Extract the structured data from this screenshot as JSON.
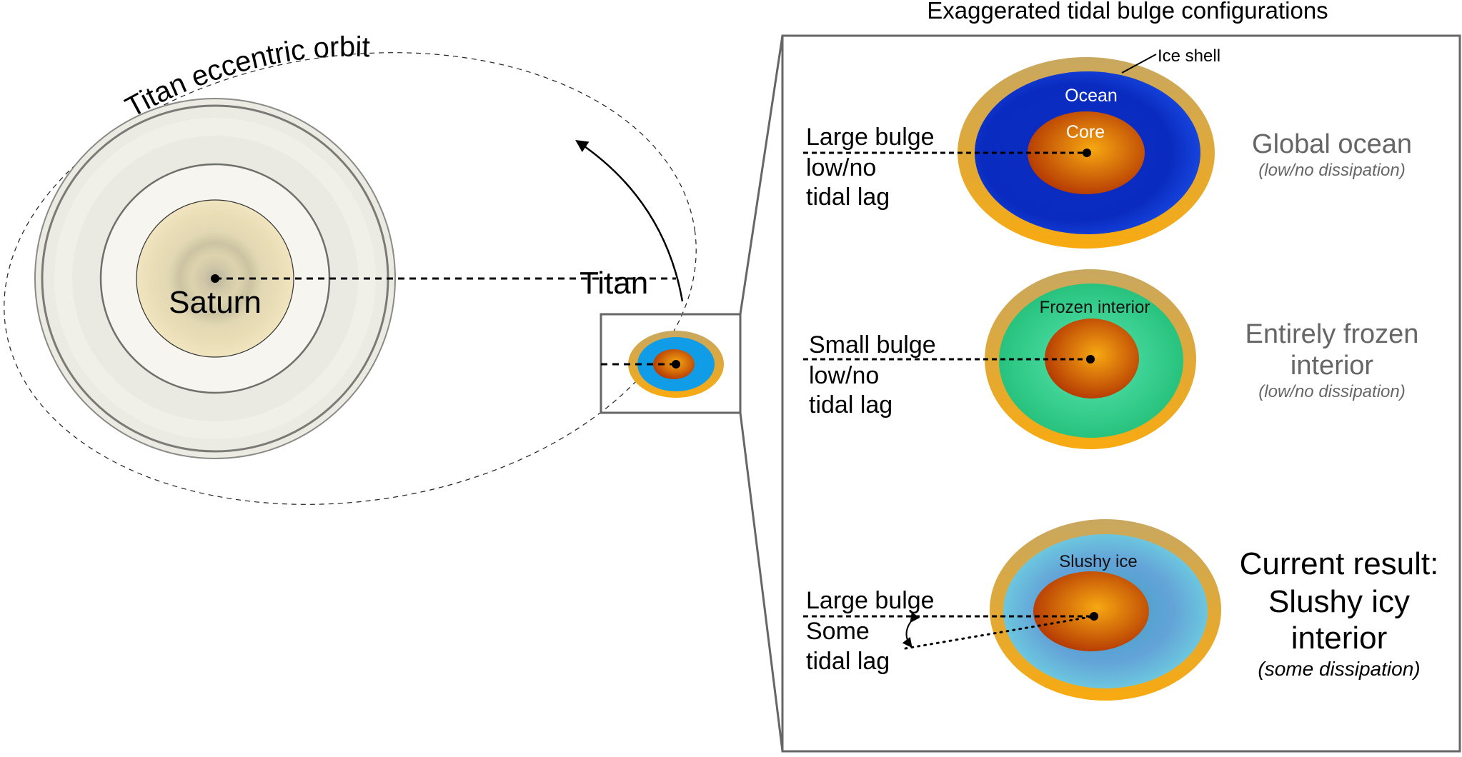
{
  "orbit": {
    "label": "Titan eccentric orbit"
  },
  "saturn": {
    "label": "Saturn"
  },
  "titan": {
    "label": "Titan"
  },
  "panel": {
    "title": "Exaggerated tidal bulge configurations",
    "configs": [
      {
        "id": "global-ocean",
        "left_lines": [
          "Large bulge",
          "low/no",
          "tidal lag"
        ],
        "layer_labels": {
          "shell": "Ice shell",
          "middle": "Ocean",
          "core": "Core"
        },
        "title_lines": [
          "Global ocean"
        ],
        "subtitle": "(low/no dissipation)",
        "emphasis": false,
        "colors": {
          "middle_inner": "#1f55e8",
          "middle_outer": "#0a2fc8",
          "label": "#ffffff"
        }
      },
      {
        "id": "frozen-interior",
        "left_lines": [
          "Small bulge",
          "low/no",
          "tidal lag"
        ],
        "layer_labels": {
          "middle": "Frozen interior"
        },
        "title_lines": [
          "Entirely frozen",
          "interior"
        ],
        "subtitle": "(low/no dissipation)",
        "emphasis": false,
        "colors": {
          "middle_inner": "#4fe3a8",
          "middle_outer": "#23c27a",
          "label": "#111111"
        }
      },
      {
        "id": "slushy-interior",
        "left_lines": [
          "Large bulge",
          "Some",
          "tidal lag"
        ],
        "layer_labels": {
          "middle": "Slushy ice"
        },
        "title_lines": [
          "Current result:",
          "Slushy icy",
          "interior"
        ],
        "subtitle": "(some dissipation)",
        "emphasis": true,
        "colors": {
          "middle_inner": "#5f9fd6",
          "middle_outer": "#6fd6e2",
          "label": "#111111"
        }
      }
    ]
  },
  "colors": {
    "ice_shell_top": "#c9a75c",
    "ice_shell_bottom": "#f4a81a",
    "core_center": "#f6a413",
    "core_edge": "#b63a02",
    "saturn_body": "#efe3bd",
    "rings": "#ecebe3",
    "frame": "#666666",
    "muted_text": "#666666"
  }
}
